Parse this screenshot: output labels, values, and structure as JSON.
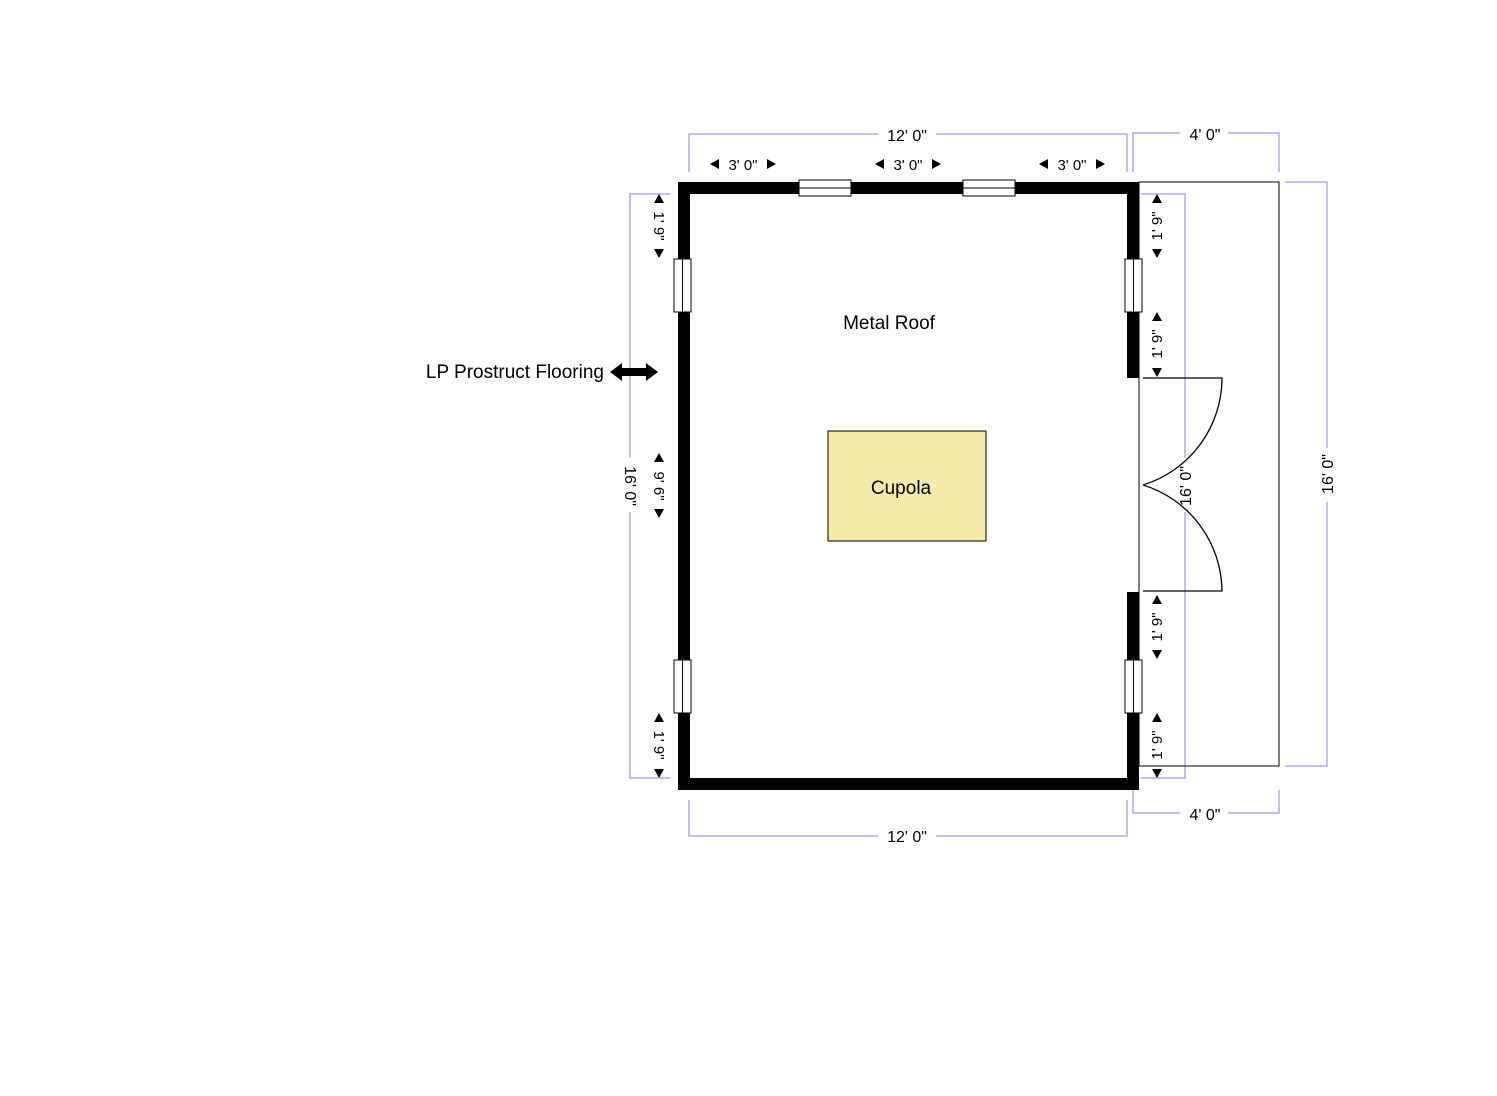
{
  "labels": {
    "roof": "Metal Roof",
    "cupola": "Cupola",
    "flooring": "LP Prostruct Flooring"
  },
  "dimensions": {
    "top_overall": "12' 0\"",
    "top_window_spacing": [
      "3' 0\"",
      "3' 0\"",
      "3' 0\""
    ],
    "bottom_overall": "12' 0\"",
    "left_overall": "16' 0\"",
    "left_segments": [
      "1' 9\"",
      "9' 6\"",
      "1' 9\""
    ],
    "right_segments": [
      "1' 9\"",
      "1' 9\"",
      "1' 9\"",
      "1' 9\""
    ],
    "right_inner_overall": "16' 0\"",
    "porch_depth_top": "4' 0\"",
    "porch_depth_bottom": "4' 0\"",
    "porch_length": "16' 0\""
  },
  "colors": {
    "cupola_fill": "#f5eba8",
    "dimension_line": "#a9a9f5"
  }
}
